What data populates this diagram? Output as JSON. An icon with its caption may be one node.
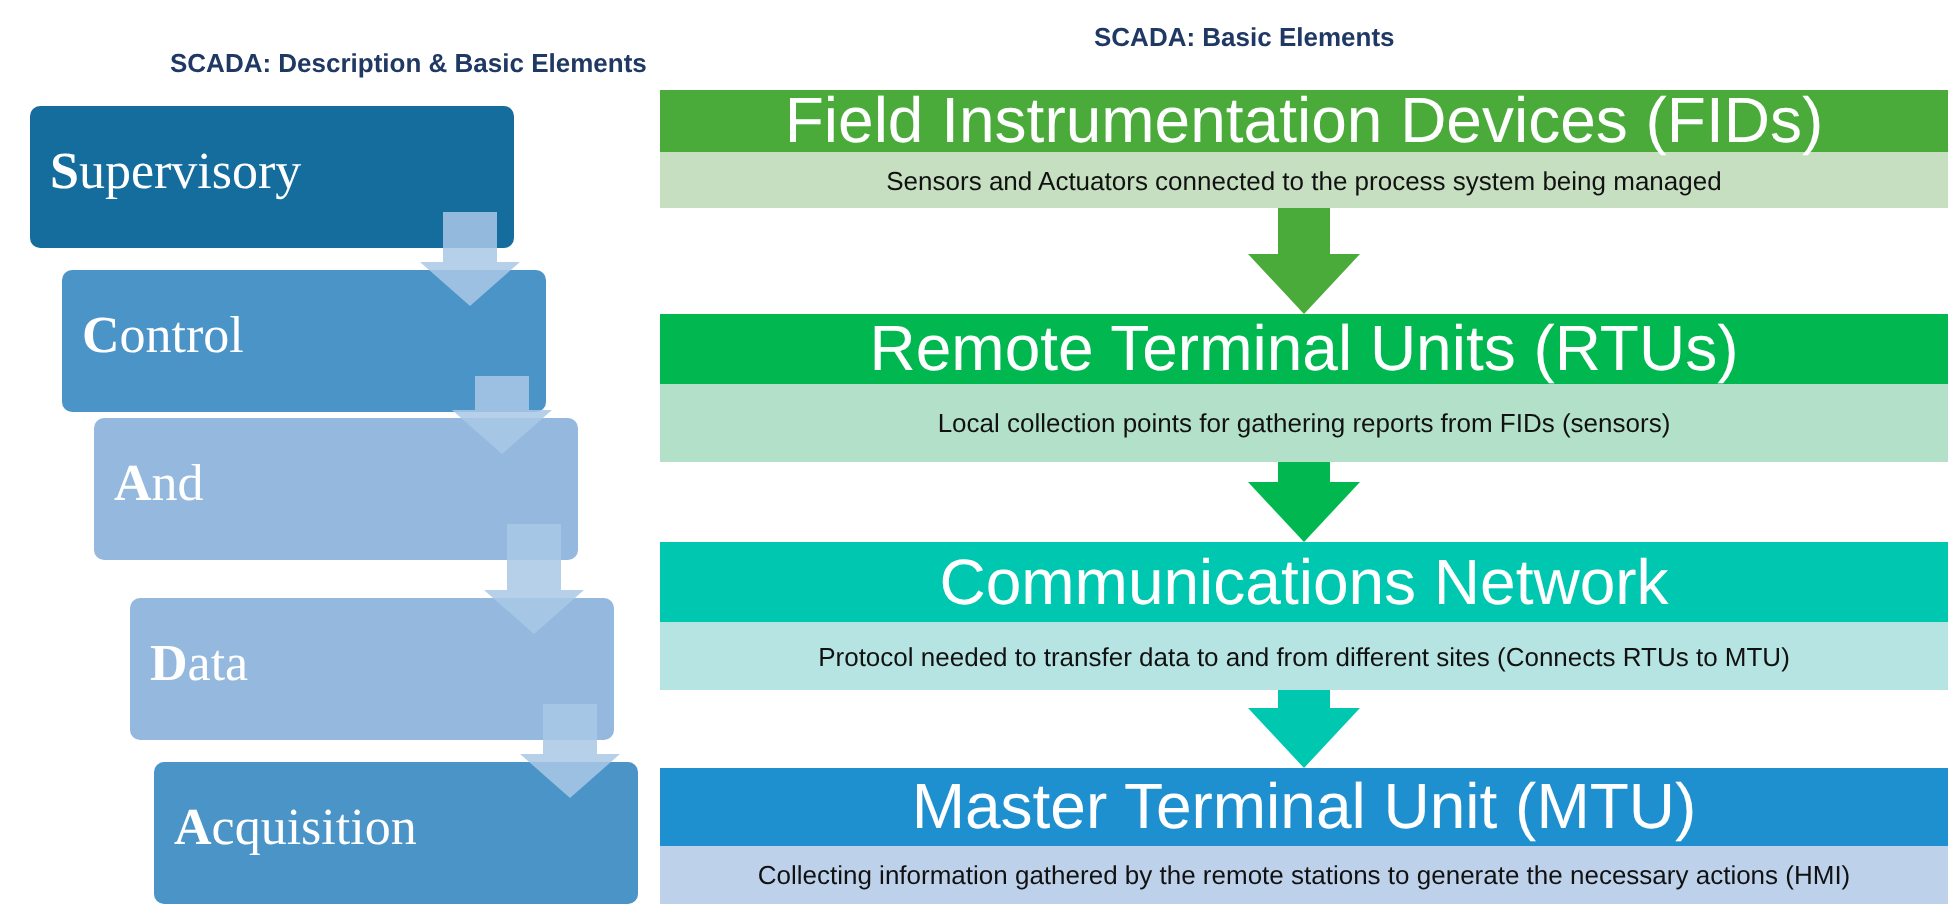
{
  "diagram": {
    "title": "SCADA: Description & Basic Elements",
    "nodes": [
      {
        "text": [
          "**S**upervisory"
        ]
      },
      {
        "text": [
          "**C**ontrol"
        ]
      },
      {
        "text": [
          "**A**nd"
        ]
      },
      {
        "text": [
          "**D**ata"
        ]
      },
      {
        "text": [
          "**A**cquisition"
        ]
      },
      {
        "text": [
          "Field Instrumentation Devices (FIDs)",
          "Sensors and Actuators connected to the process system being managed"
        ]
      },
      {
        "text": [
          "Remote Terminal Units (RTUs)",
          "Local collection points for gathering reports from FIDs (sensors)"
        ]
      },
      {
        "text": [
          "Communications Network",
          "Protocol needed to transfer data to and from different sites (Connects RTUs to MTU)"
        ]
      },
      {
        "text": [
          "Master Terminal Unit (MTU)",
          "Collecting information gathered by the remote stations to generate the necessary actions (HMI)"
        ]
      }
    ],
    "edges": [
      {
        "from": 0,
        "to": 1,
        "arrow": "to"
      },
      {
        "from": 1,
        "to": 2,
        "arrow": "to"
      },
      {
        "from": 2,
        "to": 3,
        "arrow": "to"
      },
      {
        "from": 3,
        "to": 4,
        "arrow": "to"
      },
      {
        "from": 5,
        "to": 6,
        "arrow": "to",
        "color": "#4aaa3a"
      },
      {
        "from": 6,
        "to": 7,
        "arrow": "to",
        "color": "#00b84f"
      },
      {
        "from": 7,
        "to": 8,
        "arrow": "to",
        "color": "#00c8b0"
      }
    ],
    "labels": [
      "SCADA: Basic Elements"
    ]
  }
}
